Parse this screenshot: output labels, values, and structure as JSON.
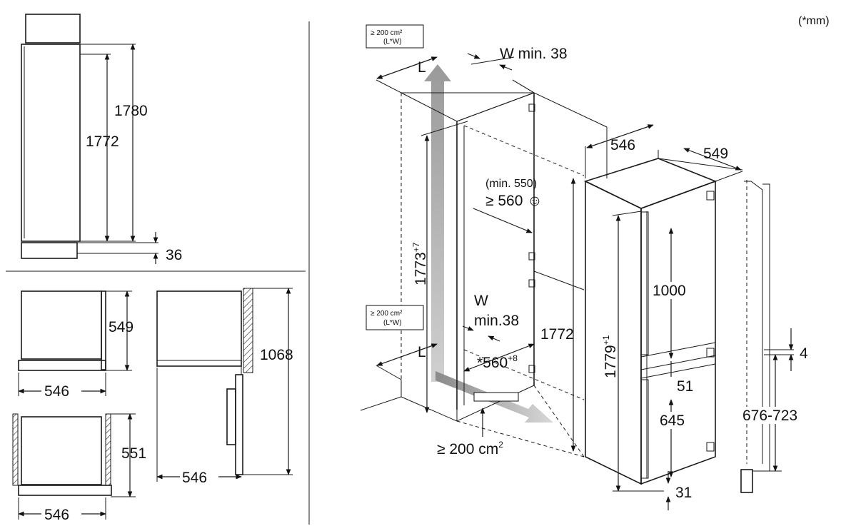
{
  "units_note": "(*mm)",
  "side_view": {
    "height_outer": "1780",
    "height_inner": "1772",
    "plinth": "36"
  },
  "top_views": {
    "depth_a": "549",
    "width_a": "546",
    "depth_b": "551",
    "width_b": "546"
  },
  "door_view": {
    "height": "1068",
    "width": "546"
  },
  "niche": {
    "vent_box_line1": "≥ 200 cm²",
    "vent_box_line2": "(L*W)",
    "vent_box2_line1": "≥ 200 cm²",
    "vent_box2_line2": "(L*W)",
    "L_top": "L",
    "L_bottom": "L",
    "w_top": "W min. 38",
    "w_bottom_1": "W",
    "w_bottom_2": "min.38",
    "depth_min_1": "(min. 550)",
    "depth_min_2": "≥ 560 ☺",
    "height_niche": "1773",
    "height_niche_tol": "+7",
    "height_right": "1772",
    "width_niche": "*560",
    "width_niche_tol": "+8",
    "floor_vent": "≥ 200 cm",
    "floor_vent_sup": "2"
  },
  "appliance": {
    "width": "546",
    "depth": "549",
    "height": "1779",
    "height_tol": "+1",
    "upper_door": "1000",
    "gap": "51",
    "lower_door": "645",
    "base": "31"
  },
  "hinge_detail": {
    "gap": "4",
    "range": "676-723"
  }
}
